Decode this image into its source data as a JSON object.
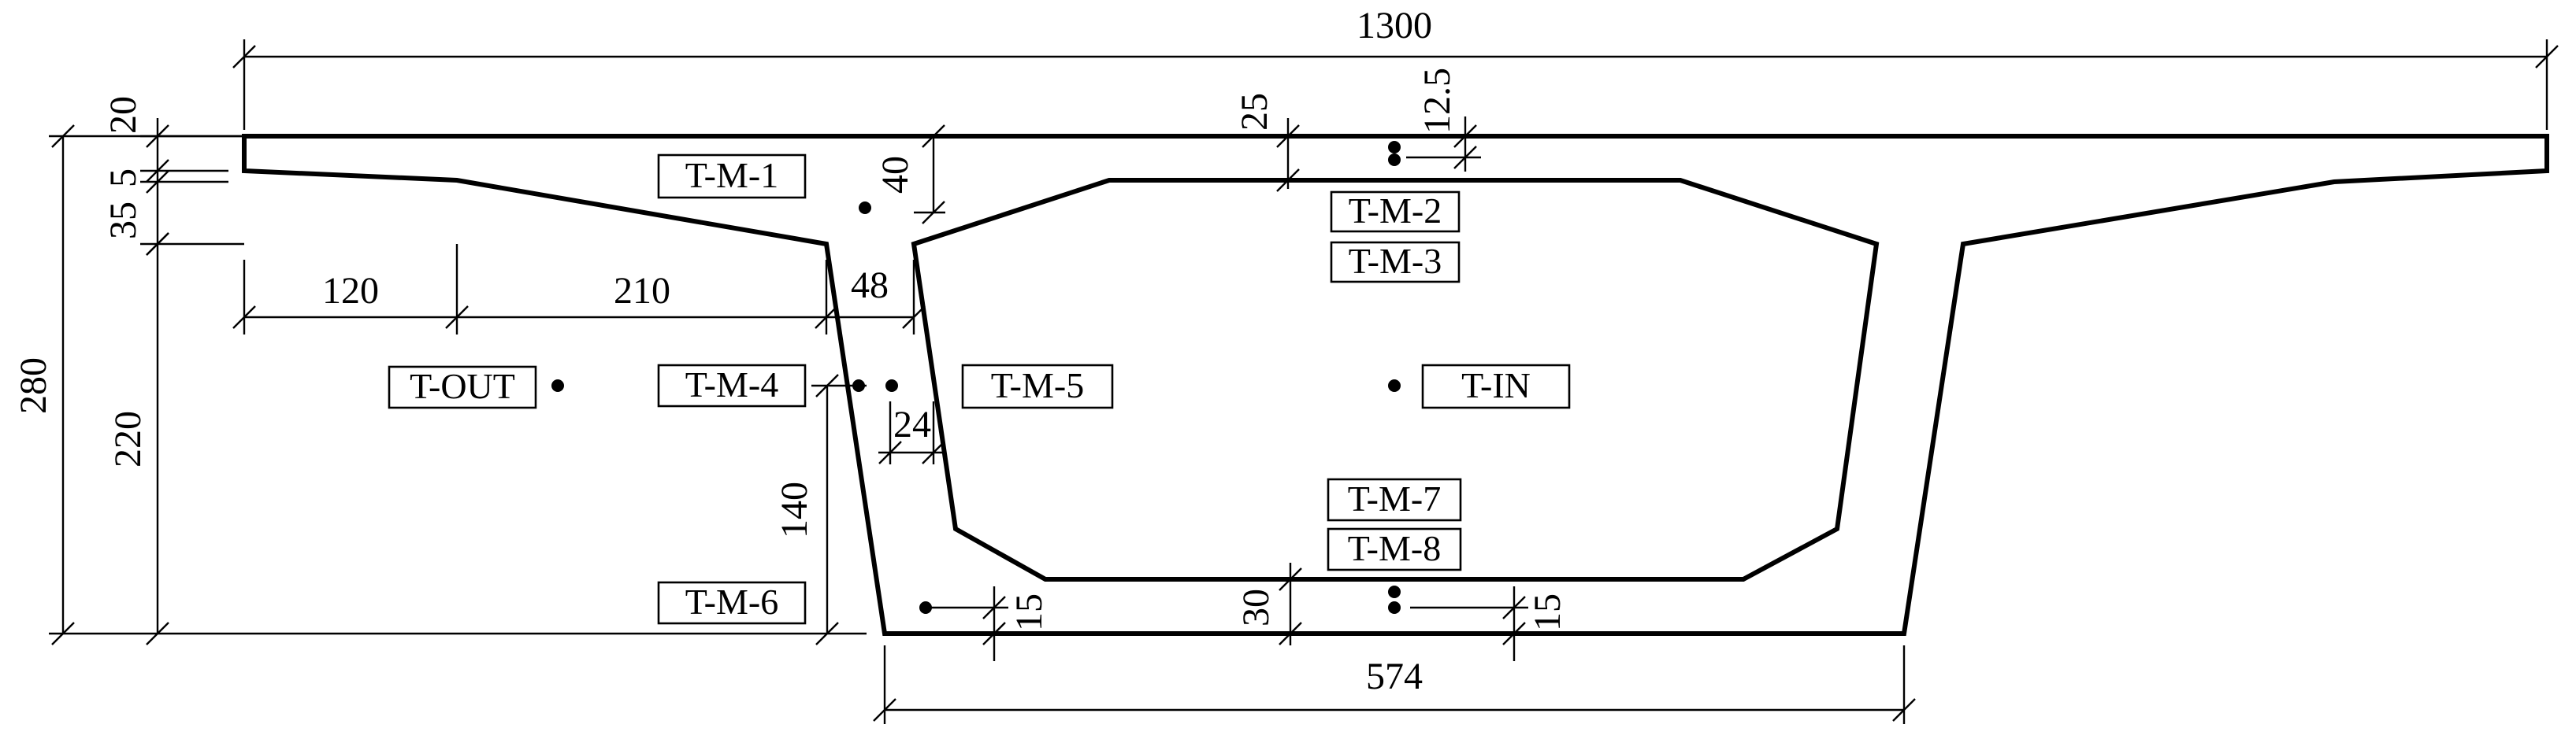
{
  "dimensions": {
    "total_width": "1300",
    "top_slab": "20",
    "slab_step": "5",
    "cantilever_root": "35",
    "total_height": "280",
    "web_height": "220",
    "cantilever_tip": "120",
    "cantilever_haunch": "210",
    "web_top": "48",
    "inner_haunch": "40",
    "top_plate_thickness": "25",
    "top_sensor_offset": "12.5",
    "web_sensor_spacing": "24",
    "web_lower_height": "140",
    "bottom_sensor_left": "15",
    "bottom_plate_thickness": "30",
    "bottom_sensor_right": "15",
    "bottom_width": "574"
  },
  "labels": {
    "t_m_1": "T-M-1",
    "t_m_2": "T-M-2",
    "t_m_3": "T-M-3",
    "t_m_4": "T-M-4",
    "t_m_5": "T-M-5",
    "t_m_6": "T-M-6",
    "t_m_7": "T-M-7",
    "t_m_8": "T-M-8",
    "t_out": "T-OUT",
    "t_in": "T-IN"
  }
}
